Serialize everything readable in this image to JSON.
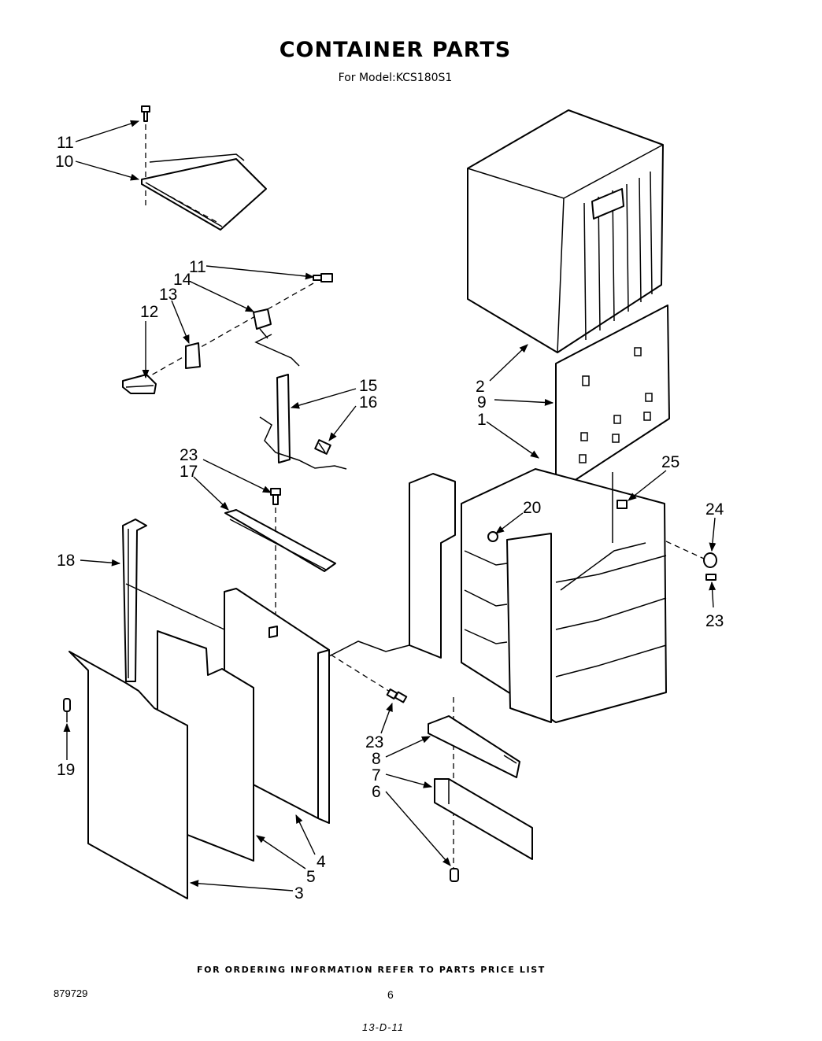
{
  "header": {
    "title": "CONTAINER PARTS",
    "subtitle": "For Model:KCS180S1"
  },
  "footer": {
    "ordering_note": "FOR ORDERING INFORMATION REFER TO PARTS PRICE LIST",
    "doc_number": "879729",
    "page_number": "6",
    "code": "13-D-11"
  },
  "callouts": {
    "c11a": "11",
    "c10": "10",
    "c11b": "11",
    "c14": "14",
    "c13": "13",
    "c12": "12",
    "c15": "15",
    "c16": "16",
    "c23a": "23",
    "c17": "17",
    "c18": "18",
    "c19": "19",
    "c23b": "23",
    "c8": "8",
    "c7": "7",
    "c6": "6",
    "c4": "4",
    "c5": "5",
    "c3": "3",
    "c2": "2",
    "c9": "9",
    "c1": "1",
    "c20": "20",
    "c25": "25",
    "c24": "24",
    "c23c": "23"
  }
}
